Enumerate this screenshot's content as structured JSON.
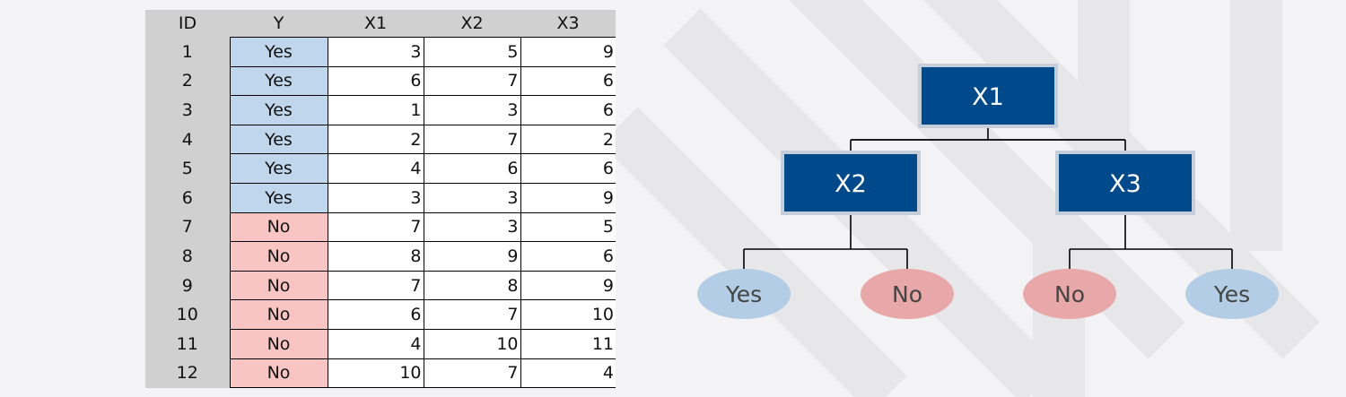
{
  "colors": {
    "node": "#00498a",
    "node_border": "#c5cfdc",
    "yes_fill": "#c0d6ec",
    "no_fill": "#f8c4c4",
    "leaf_yes": "#b3cde6",
    "leaf_no": "#e8a7a8"
  },
  "table": {
    "headers": [
      "ID",
      "Y",
      "X1",
      "X2",
      "X3"
    ],
    "rows": [
      {
        "id": "1",
        "y": "Yes",
        "x1": "3",
        "x2": "5",
        "x3": "9"
      },
      {
        "id": "2",
        "y": "Yes",
        "x1": "6",
        "x2": "7",
        "x3": "6"
      },
      {
        "id": "3",
        "y": "Yes",
        "x1": "1",
        "x2": "3",
        "x3": "6"
      },
      {
        "id": "4",
        "y": "Yes",
        "x1": "2",
        "x2": "7",
        "x3": "2"
      },
      {
        "id": "5",
        "y": "Yes",
        "x1": "4",
        "x2": "6",
        "x3": "6"
      },
      {
        "id": "6",
        "y": "Yes",
        "x1": "3",
        "x2": "3",
        "x3": "9"
      },
      {
        "id": "7",
        "y": "No",
        "x1": "7",
        "x2": "3",
        "x3": "5"
      },
      {
        "id": "8",
        "y": "No",
        "x1": "8",
        "x2": "9",
        "x3": "6"
      },
      {
        "id": "9",
        "y": "No",
        "x1": "7",
        "x2": "8",
        "x3": "9"
      },
      {
        "id": "10",
        "y": "No",
        "x1": "6",
        "x2": "7",
        "x3": "10"
      },
      {
        "id": "11",
        "y": "No",
        "x1": "4",
        "x2": "10",
        "x3": "11"
      },
      {
        "id": "12",
        "y": "No",
        "x1": "10",
        "x2": "7",
        "x3": "4"
      }
    ]
  },
  "tree": {
    "root": "X1",
    "left": {
      "label": "X2",
      "leaves": [
        "Yes",
        "No"
      ]
    },
    "right": {
      "label": "X3",
      "leaves": [
        "No",
        "Yes"
      ]
    }
  }
}
